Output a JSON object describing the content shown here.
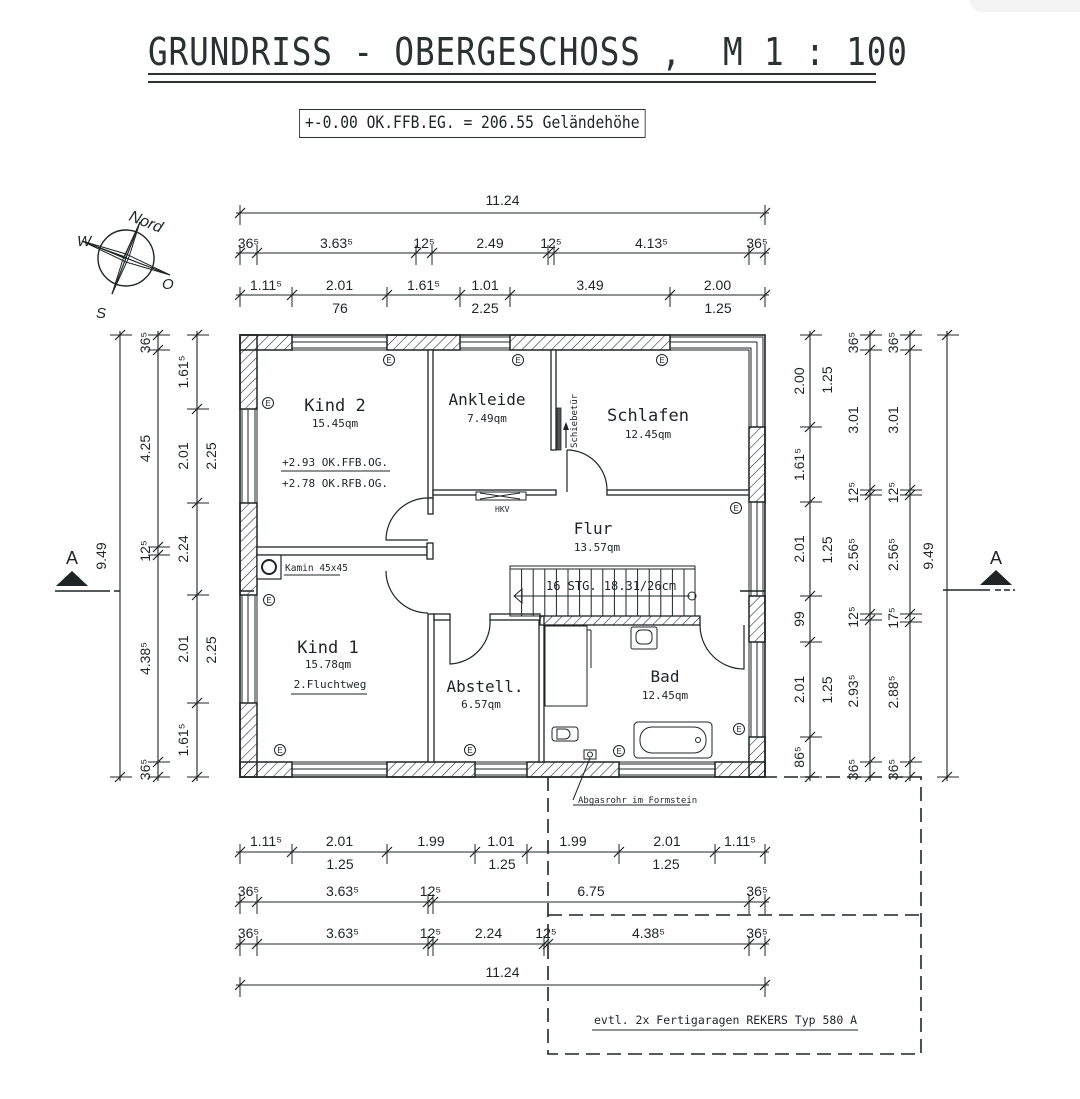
{
  "title": "GRUNDRISS - OBERGESCHOSS ,  M 1 : 100",
  "reference_level": "+-0.00 OK.FFB.EG. = 206.55 Geländehöhe",
  "compass": {
    "north": "Nord",
    "west": "W",
    "east": "O",
    "south": "S"
  },
  "section_marker": "A",
  "rooms": [
    {
      "name": "Kind 2",
      "area": "15.45qm",
      "notes": [
        "+2.93 OK.FFB.OG.",
        "+2.78 OK.RFB.OG."
      ]
    },
    {
      "name": "Ankleide",
      "area": "7.49qm"
    },
    {
      "name": "Schlafen",
      "area": "12.45qm"
    },
    {
      "name": "Flur",
      "area": "13.57qm"
    },
    {
      "name": "Kind 1",
      "area": "15.78qm",
      "note": "2.Fluchtweg"
    },
    {
      "name": "Abstell.",
      "area": "6.57qm"
    },
    {
      "name": "Bad",
      "area": "12.45qm"
    }
  ],
  "labels": {
    "sliding_door": "Schiebetür",
    "hkv": "HKV",
    "chimney": "Kamin 45x45",
    "stairs": "16 STG. 18.31/26cm",
    "flue": "Abgasrohr im Formstein",
    "garage": "evtl. 2x Fertigaragen REKERS Typ 580 A",
    "outlet": "E"
  },
  "dimensions": {
    "top_total": "11.24",
    "top_row1": [
      "36⁵",
      "3.63⁵",
      "12⁵",
      "2.49",
      "12⁵",
      "4.13⁵",
      "36⁵"
    ],
    "top_row2": [
      "1.11⁵",
      "2.01",
      "1.61⁵",
      "1.01",
      "3.49",
      "2.00"
    ],
    "top_row2_sub": [
      "76",
      "2.25",
      "1.25"
    ],
    "left_total": "9.49",
    "left_row1": [
      "36⁵",
      "4.25",
      "12⁵",
      "4.38⁵",
      "36⁵"
    ],
    "left_row2": [
      "1.61⁵",
      "2.01",
      "2.24",
      "2.01",
      "1.61⁵"
    ],
    "left_row2_sub": [
      "2.25",
      "2.25"
    ],
    "right_row1": [
      "2.00",
      "1.61⁵",
      "2.01",
      "99",
      "2.01",
      "86⁵"
    ],
    "right_row1_sub": [
      "1.25",
      "1.25",
      "1.25"
    ],
    "right_row2": [
      "36⁵",
      "3.01",
      "12⁵",
      "2.56⁵",
      "12⁵",
      "2.93⁵",
      "36⁵"
    ],
    "right_row3": [
      "36⁵",
      "3.01",
      "12⁵",
      "2.56⁵",
      "17⁵",
      "2.88⁵",
      "36⁵"
    ],
    "right_total": "9.49",
    "bottom_row1": [
      "1.11⁵",
      "2.01",
      "1.99",
      "1.01",
      "1.99",
      "2.01",
      "1.11⁵"
    ],
    "bottom_row1_sub": [
      "1.25",
      "1.25",
      "1.25"
    ],
    "bottom_row2": [
      "36⁵",
      "3.63⁵",
      "12⁵",
      "6.75",
      "36⁵"
    ],
    "bottom_row3": [
      "36⁵",
      "3.63⁵",
      "12⁵",
      "2.24",
      "12⁵",
      "4.38⁵",
      "36⁵"
    ],
    "bottom_total": "11.24"
  },
  "colors": {
    "ink": "#1e2426",
    "paper": "#ffffff"
  }
}
